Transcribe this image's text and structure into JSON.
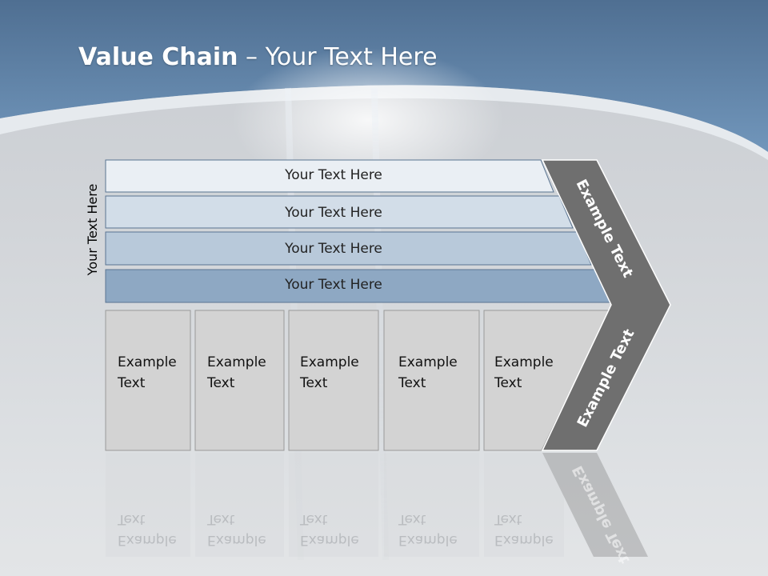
{
  "title": {
    "bold": "Value Chain",
    "rest": " – Your Text Here"
  },
  "side_label": "Your Text Here",
  "rows": [
    {
      "label": "Your Text Here",
      "color": "#eaeff4"
    },
    {
      "label": "Your Text Here",
      "color": "#d2dde8"
    },
    {
      "label": "Your Text Here",
      "color": "#b8c9da"
    },
    {
      "label": "Your Text Here",
      "color": "#8ea8c3"
    }
  ],
  "columns": [
    {
      "line1": "Example",
      "line2": "Text"
    },
    {
      "line1": "Example",
      "line2": "Text"
    },
    {
      "line1": "Example",
      "line2": "Text"
    },
    {
      "line1": "Example",
      "line2": "Text"
    },
    {
      "line1": "Example",
      "line2": "Text"
    }
  ],
  "chevron": {
    "upper": "Example Text",
    "lower": "Example Text",
    "color": "#6f6f6f"
  },
  "colors": {
    "header_blue": "#5f82a6",
    "column_fill": "#d3d3d3"
  }
}
